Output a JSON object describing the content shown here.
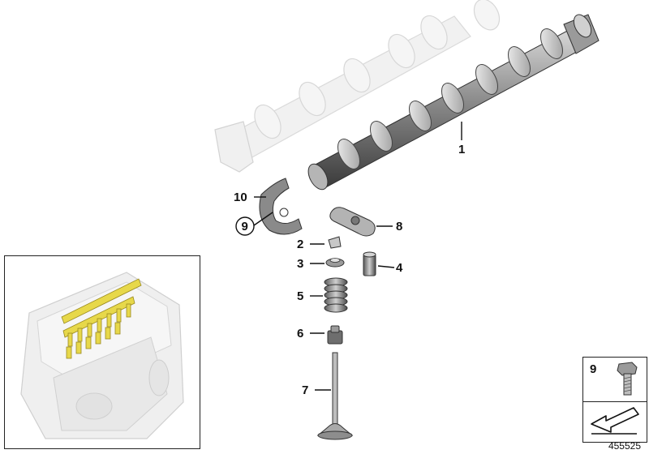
{
  "callouts": {
    "c1": "1",
    "c2": "2",
    "c3": "3",
    "c4": "4",
    "c5": "5",
    "c6": "6",
    "c7": "7",
    "c8": "8",
    "c9_circled": "9",
    "c10": "10"
  },
  "legend_box": {
    "part_number": "9"
  },
  "document_number": "455525",
  "colors": {
    "highlight": "#e7d84a",
    "ghost": "#ececec",
    "metal": "#8a8a8a"
  },
  "icons": {
    "legend_arrow": "arrow-icon",
    "legend_bolt": "bolt-icon"
  }
}
